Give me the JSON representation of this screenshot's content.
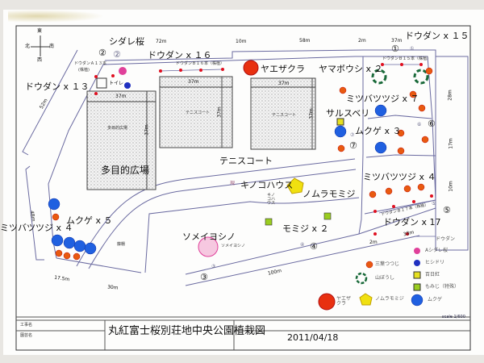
{
  "map": {
    "title": "丸紅富士桜別荘地中央公園植栽図",
    "date": "2011/04/18",
    "scale": "scale 1/600",
    "form_labels": [
      "工事名",
      "園芸名"
    ],
    "compass": {
      "north": "北",
      "south": "南",
      "east": "東",
      "west": "西"
    },
    "areas": {
      "multipurpose_plaza": "多目的広場",
      "multipurpose_plaza_small": "多目的広場",
      "tennis_court": "テニスコート",
      "tennis_court_small_1": "テニスコート",
      "tennis_court_small_2": "テニスコート",
      "toilet": "トイレ",
      "kinoko_house": "キノコハウス",
      "kinoko_house_small": "キノコハウス",
      "trellis": "藤棚",
      "path_mark": "現"
    },
    "plant_labels": {
      "shidare": "シダレ桜",
      "dodan16": "ドウダン x １６",
      "dodan16_note": "ドウダンＢ１６本（株植）",
      "dodan13": "ドウダン x １３",
      "dodan13_note": "ドウダンＡ１３本",
      "dodan13_note2": "(株植)",
      "dodan15": "ドウダン x １５",
      "dodan15_note": "ドウダンＢ１５本（株植）",
      "yaezakura": "ヤエザクラ",
      "yamaboushi": "ヤマボウシ x ２",
      "mitsuba7": "ミツバツツジ x ７",
      "sarusuberi": "サルスベリ",
      "mukuge3": "ムクゲ x ３",
      "nomura": "ノムラモミジ",
      "mitsuba4_right": "ミツバツツジ x ４",
      "dodan17": "ドウダン x 17",
      "dodan17_note": "ドウダンＢ１７本（株植）",
      "mitsuba4_left": "ミツバツツジ x ４",
      "mukuge5": "ムクゲ x ５",
      "someiyoshino": "ソメイヨシノ",
      "someiyoshino_note": "ソメイヨシノ",
      "momiji2": "モミジ x ２"
    },
    "markers": [
      "①",
      "②",
      "③",
      "④",
      "⑤",
      "⑥",
      "⑦"
    ],
    "small_markers": [
      "①",
      "②",
      "③",
      "④",
      "⑤",
      "⑥",
      "⑦"
    ],
    "dimensions": {
      "d72": "72m",
      "d10": "10m",
      "d58": "58m",
      "d2a": "2m",
      "d37top": "37m",
      "d52": "52m",
      "d37a": "37m",
      "d37b": "37m",
      "d37c": "37m",
      "d37av": "37m",
      "d37bv": "37m",
      "d37cv": "37m",
      "d28": "28m",
      "d17": "17m",
      "d10r": "10m",
      "d48": "48m",
      "d175": "17.5m",
      "d30": "30m",
      "d100": "100m",
      "d2b": "2m",
      "d38": "38m"
    },
    "legend": [
      {
        "label": "ドウダン",
        "icon": "red-dot-line",
        "color": "#e01020"
      },
      {
        "label": "Aシダレ桜",
        "icon": "pink-circle",
        "color": "#e0409a"
      },
      {
        "label": "ヒシドリ",
        "icon": "blue-circle",
        "color": "#2030c0"
      },
      {
        "label": "三葉つつじ",
        "icon": "orange-circle",
        "color": "#e85a10"
      },
      {
        "label": "百日紅",
        "icon": "yellow-square",
        "color": "#e6e020"
      },
      {
        "label": "山ぼうし",
        "icon": "green-ring",
        "color": "#1a6a3a"
      },
      {
        "label": "もみじ（特殊）",
        "icon": "green-square",
        "color": "#9acd20"
      },
      {
        "label": "ヤエザクラ",
        "icon": "red-sun",
        "color": "#e83010"
      },
      {
        "label": "ノムラモミジ",
        "icon": "yellow-pentagon",
        "color": "#f0e010"
      },
      {
        "label": "ムクゲ",
        "icon": "blue-star",
        "color": "#2060e0"
      }
    ]
  }
}
